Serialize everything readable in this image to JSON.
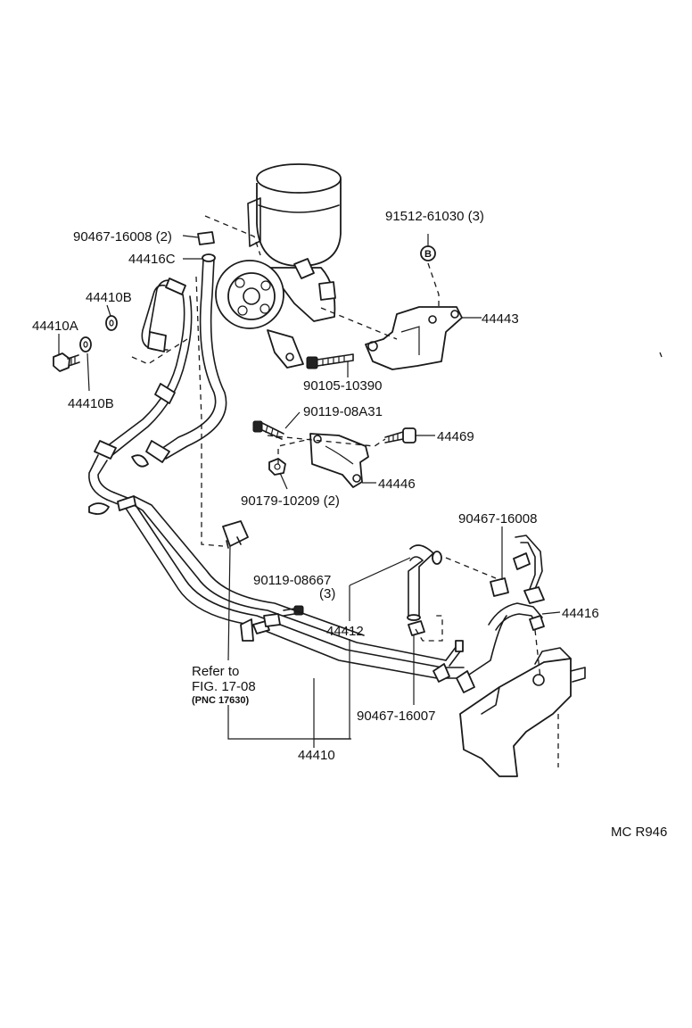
{
  "labels": {
    "p90467_16008_2": "90467-16008 (2)",
    "p44416c": "44416C",
    "p44410b": "44410B",
    "p44410a": "44410A",
    "p91512_61030": "91512-61030 (3)",
    "p44443": "44443",
    "p90105_10390": "90105-10390",
    "p90119_08a31": "90119-08A31",
    "p44469": "44469",
    "p44446": "44446",
    "p90179_10209": "90179-10209 (2)",
    "p90467_16008": "90467-16008",
    "p90119_08667": "90119-08667",
    "qty_3": "(3)",
    "p44416": "44416",
    "p44412": "44412",
    "refer_to": "Refer  to",
    "fig": "FIG. 17-08",
    "pnc": "(PNC 17630)",
    "p90467_16007": "90467-16007",
    "p44410": "44410",
    "mc_code": "MC  R946"
  },
  "plug_marker": "B"
}
